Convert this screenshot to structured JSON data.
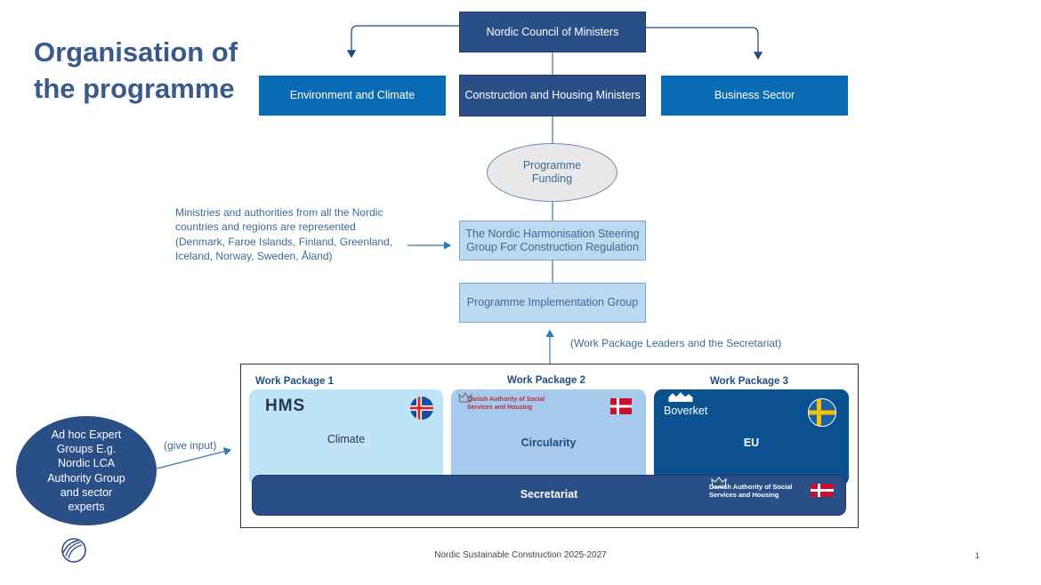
{
  "title": "Organisation of the programme",
  "nodes": {
    "council": "Nordic Council of Ministers",
    "environment": "Environment and Climate",
    "construction": "Construction and Housing Ministers",
    "business": "Business Sector",
    "funding": "Programme Funding",
    "steering": "The Nordic Harmonisation Steering Group For Construction Regulation",
    "implementation": "Programme Implementation Group",
    "adhoc": "Ad hoc Expert Groups E.g. Nordic LCA Authority Group and sector experts"
  },
  "notes": {
    "ministries": "Ministries and authorities from all the Nordic countries and regions are represented (Denmark, Faroe Islands, Finland, Greenland, Iceland, Norway, Sweden, Åland)",
    "wp_leaders": "(Work Package Leaders and the Secretariat)",
    "give_input": "(give input)"
  },
  "work_packages": [
    {
      "title": "Work Package 1",
      "label": "Climate",
      "logo": "HMS",
      "flag": "iceland-flag"
    },
    {
      "title": "Work Package 2",
      "label": "Circularity",
      "logo": "Danish Authority of Social Services and Housing",
      "flag": "denmark-flag"
    },
    {
      "title": "Work Package 3",
      "label": "EU",
      "logo": "Boverket",
      "flag": "sweden-flag"
    }
  ],
  "secretariat": {
    "label": "Secretariat",
    "logo": "Danish Authority of Social Services and Housing",
    "flag": "denmark-flag"
  },
  "footer": "Nordic Sustainable Construction 2025-2027",
  "page_number": "1",
  "colors": {
    "title": "#3a5a8a",
    "dark_box": "#0a6bb5",
    "navy": "#2a4f86",
    "light_box": "#bcd9f2",
    "wp1": "#bfe3f7",
    "wp2": "#a7c9ec",
    "wp3": "#0b5190"
  }
}
